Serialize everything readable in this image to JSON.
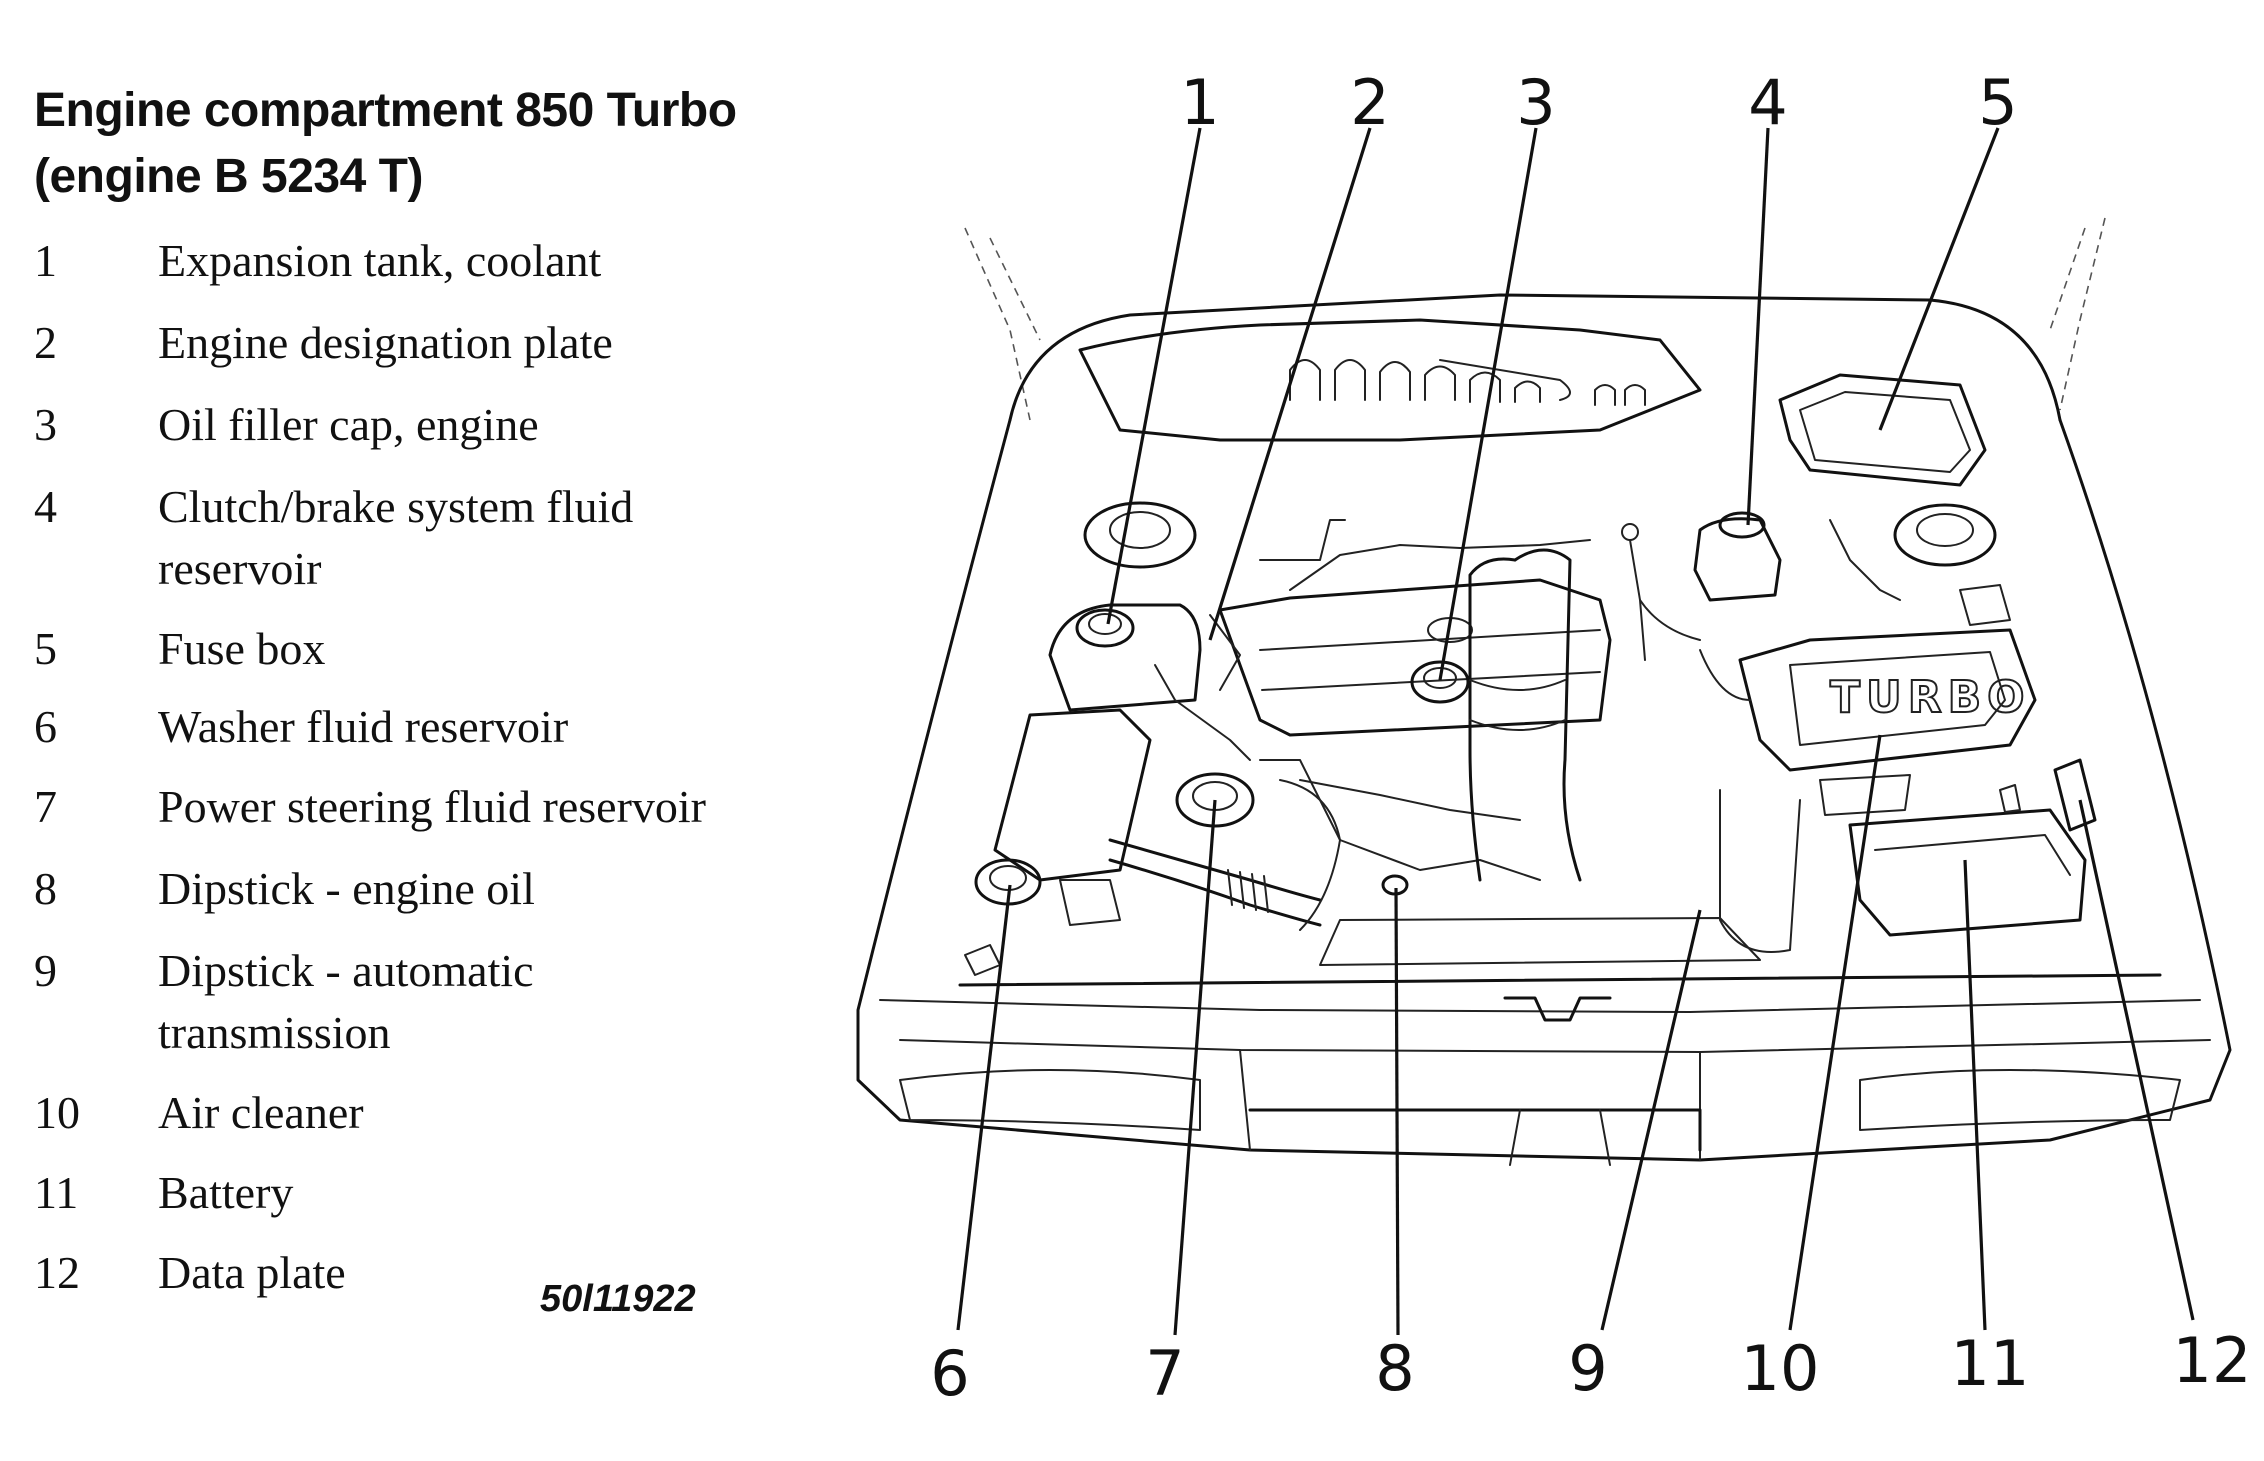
{
  "title": {
    "line1": "Engine compartment 850 Turbo",
    "line2": "(engine B 5234 T)"
  },
  "legend": [
    {
      "num": "1",
      "label": "Expansion tank, coolant"
    },
    {
      "num": "2",
      "label": "Engine designation plate"
    },
    {
      "num": "3",
      "label": "Oil filler cap, engine"
    },
    {
      "num": "4",
      "label": "Clutch/brake system fluid",
      "label2": "reservoir"
    },
    {
      "num": "5",
      "label": "Fuse box"
    },
    {
      "num": "6",
      "label": "Washer fluid reservoir"
    },
    {
      "num": "7",
      "label": "Power steering fluid reservoir"
    },
    {
      "num": "8",
      "label": "Dipstick - engine oil"
    },
    {
      "num": "9",
      "label": "Dipstick - automatic",
      "label2": "transmission"
    },
    {
      "num": "10",
      "label": "Air cleaner"
    },
    {
      "num": "11",
      "label": "Battery"
    },
    {
      "num": "12",
      "label": "Data plate"
    }
  ],
  "figure_code": "50l11922",
  "diagram": {
    "callouts_top": [
      "1",
      "2",
      "3",
      "4",
      "5"
    ],
    "callouts_bottom": [
      "6",
      "7",
      "8",
      "9",
      "10",
      "11",
      "12"
    ],
    "cover_text": "TURBO"
  }
}
